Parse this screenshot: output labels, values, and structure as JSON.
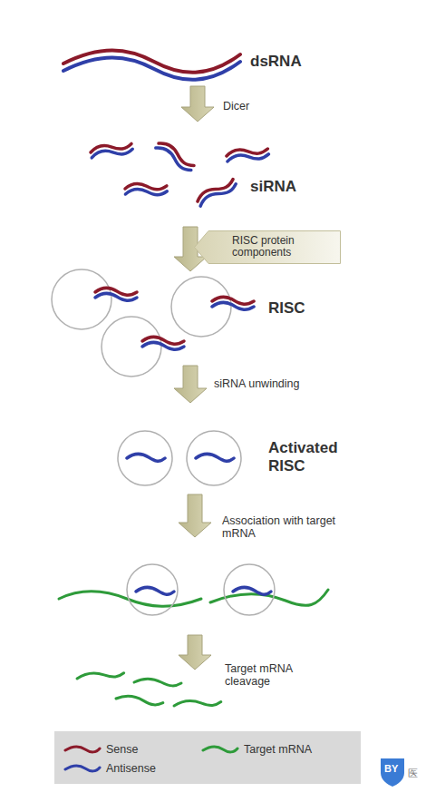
{
  "diagram": {
    "nodes": [
      {
        "text": [
          "RISC protein components"
        ]
      }
    ],
    "labels": [
      "dsRNA",
      "Dicer",
      "siRNA",
      "RISC",
      "siRNA unwinding",
      "Activated RISC",
      "Association with target mRNA",
      "Target mRNA cleavage",
      "BY",
      "医"
    ],
    "legend": [
      {
        "text": "Sense"
      },
      {
        "text": "Antisense"
      },
      {
        "text": "Target mRNA"
      }
    ]
  }
}
